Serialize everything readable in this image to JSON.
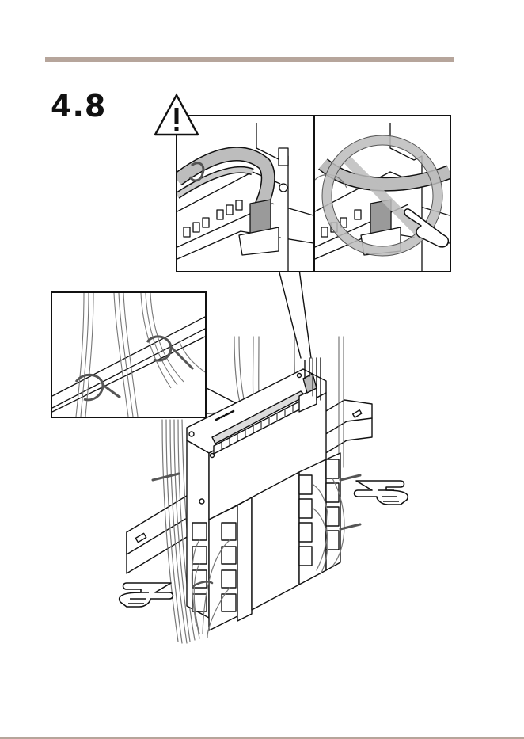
{
  "page": {
    "step_number": "4.8",
    "colors": {
      "rule": "#b6a59b",
      "line": "#111111",
      "cable_fill": "#bdbdbd",
      "tie_fill": "#8a8a8a",
      "background": "#ffffff"
    }
  },
  "figure": {
    "icons": [
      "warning-triangle-icon",
      "prohibited-icon",
      "pointing-hand-icon"
    ],
    "panels": [
      "cable-routing-correct",
      "cable-routing-incorrect",
      "cable-tie-detail"
    ]
  }
}
